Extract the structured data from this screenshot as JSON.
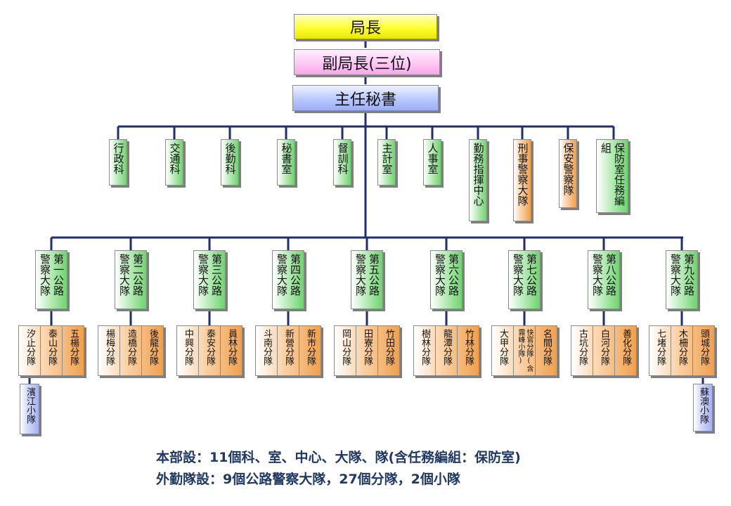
{
  "top": {
    "chief": "局長",
    "deputy": "副局長(三位)",
    "secretary": "主任秘書"
  },
  "units": [
    {
      "label": "行政科",
      "color": "green"
    },
    {
      "label": "交通科",
      "color": "green"
    },
    {
      "label": "後勤科",
      "color": "green"
    },
    {
      "label": "秘書室",
      "color": "green"
    },
    {
      "label": "督訓科",
      "color": "green"
    },
    {
      "label": "主計室",
      "color": "green"
    },
    {
      "label": "人事室",
      "color": "green"
    },
    {
      "label": "勤務指揮中心",
      "color": "green"
    },
    {
      "label": "刑事警察大隊",
      "color": "orange"
    },
    {
      "label": "保安警察隊",
      "color": "orange"
    },
    {
      "label": "保防室任務編組",
      "color": "green"
    }
  ],
  "brigades": [
    {
      "label": "第一公路警察大隊",
      "squads": [
        "汐止分隊",
        "泰山分隊",
        "五楊分隊"
      ],
      "small_team": "濱江小隊"
    },
    {
      "label": "第二公路警察大隊",
      "squads": [
        "楊梅分隊",
        "造橋分隊",
        "後龍分隊"
      ]
    },
    {
      "label": "第三公路警察大隊",
      "squads": [
        "中興分隊",
        "泰安分隊",
        "員林分隊"
      ]
    },
    {
      "label": "第四公路警察大隊",
      "squads": [
        "斗南分隊",
        "新營分隊",
        "新市分隊"
      ]
    },
    {
      "label": "第五公路警察大隊",
      "squads": [
        "岡山分隊",
        "田寮分隊",
        "竹田分隊"
      ]
    },
    {
      "label": "第六公路警察大隊",
      "squads": [
        "樹林分隊",
        "龍潭分隊",
        "竹林分隊"
      ]
    },
    {
      "label": "第七公路警察大隊",
      "squads": [
        "大甲分隊",
        "快官分隊(含霧峰小隊)",
        "名間分隊"
      ]
    },
    {
      "label": "第八公路警察大隊",
      "squads": [
        "古坑分隊",
        "白河分隊",
        "善化分隊"
      ]
    },
    {
      "label": "第九公路警察大隊",
      "squads": [
        "七堵分隊",
        "木柵分隊",
        "頭城分隊"
      ],
      "small_team": "蘇澳小隊"
    }
  ],
  "footer": {
    "line1": "本部設：11個科、室、中心、大隊、隊(含任務編組：保防室)",
    "line2": "外勤隊設：9個公路警察大隊，27個分隊，2個小隊"
  }
}
